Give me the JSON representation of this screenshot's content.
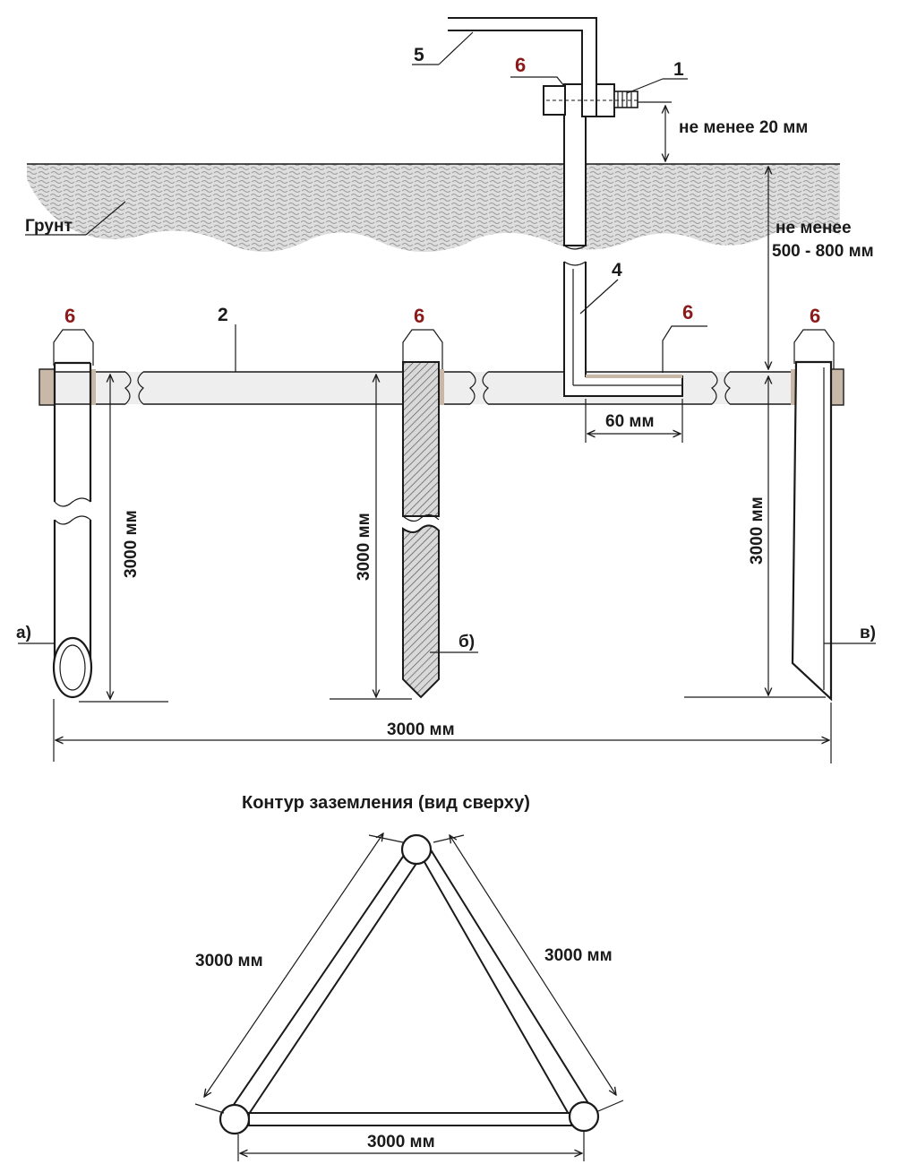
{
  "labels": {
    "part_1": "1",
    "part_2": "2",
    "part_4": "4",
    "part_5": "5",
    "weld_6": "6",
    "soil": "Грунт",
    "min_20": "не менее 20 мм",
    "min_depth_line1": "не менее",
    "min_depth_line2": "500 - 800 мм",
    "dim_60": "60 мм",
    "dim_3000": "3000 мм",
    "variant_a": "а)",
    "variant_b": "б)",
    "variant_v": "в)",
    "top_view_title": "Контур заземления (вид сверху)"
  },
  "colors": {
    "line": "#1a1a1a",
    "weld_label": "#8b1a1a",
    "weld_fill": "#c8b8a8",
    "soil": "#cfcfcf",
    "strip_fill": "#eeeeee"
  }
}
